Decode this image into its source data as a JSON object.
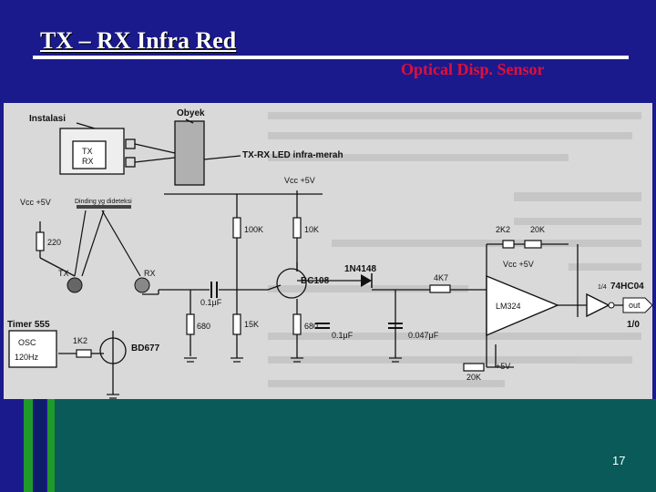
{
  "slide": {
    "title": "TX – RX Infra Red",
    "subtitle": "Optical Disp. Sensor",
    "page_number": "17"
  },
  "colors": {
    "background": "#1a1a8c",
    "subtitle": "#e0103a",
    "accent_green": "#1f9a2a",
    "bottom_band": "#0a5a5a"
  },
  "schematic": {
    "labels": {
      "instalasi": "Instalasi",
      "obyek": "Obyek",
      "tx_box": "TX",
      "rx_box": "RX",
      "led_caption": "TX-RX LED infra-merah",
      "vcc_top": "Vcc +5V",
      "vcc_left": "Vcc +5V",
      "wall": "Dinding yg dideteksi",
      "r_220": "220",
      "tx": "TX",
      "rx": "RX",
      "r_100k": "100K",
      "r_10k": "10K",
      "bc108": "BC108",
      "diode": "1N4148",
      "r_4k7": "4K7",
      "r_2k2": "2K2",
      "r_20k_top": "20K",
      "vcc_op": "Vcc +5V",
      "lm324": "LM324",
      "ic_74hc04": "74HC04",
      "inv_frac": "1/4",
      "out": "out",
      "io": "1/0",
      "c_01uf_1": "0.1μF",
      "c_01uf_2": "0.1μF",
      "c_0047uf": "0.047μF",
      "r_680_1": "680",
      "r_15k": "15K",
      "r_680_2": "680",
      "timer": "Timer 555",
      "osc": "OSC",
      "osc_freq": "120Hz",
      "r_1k2": "1K2",
      "bd677": "BD677",
      "r_20k_bot": "20K",
      "plus5v_bot": "+5V"
    }
  }
}
